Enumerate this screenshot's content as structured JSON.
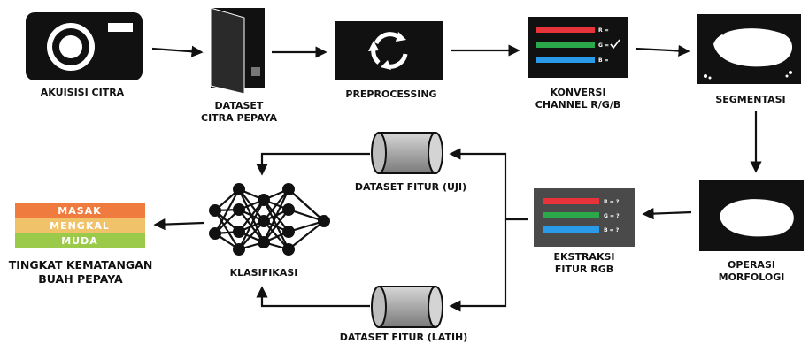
{
  "nodes": {
    "akuisisi": {
      "label": [
        "AKUISISI CITRA"
      ],
      "icon": "camera-icon"
    },
    "dataset_citra": {
      "label": [
        "DATASET",
        "CITRA PEPAYA"
      ],
      "icon": "folder-icon"
    },
    "preprocessing": {
      "label": [
        "PREPROCESSING"
      ],
      "icon": "refresh-icon"
    },
    "konversi": {
      "label": [
        "KONVERSI",
        "CHANNEL R/G/B"
      ],
      "icon": "rgb-bars-icon",
      "channels": [
        "R =",
        "G =",
        "B ="
      ]
    },
    "segmentasi": {
      "label": [
        "SEGMENTASI"
      ],
      "icon": "segmented-fruit-icon"
    },
    "morfologi": {
      "label": [
        "OPERASI",
        "MORFOLOGI"
      ],
      "icon": "binary-mask-icon"
    },
    "ekstraksi": {
      "label": [
        "EKSTRAKSI",
        "FITUR RGB"
      ],
      "icon": "rgb-feature-icon",
      "channels": [
        "R = ?",
        "G = ?",
        "B = ?"
      ]
    },
    "dataset_uji": {
      "label": [
        "DATASET FITUR (UJI)"
      ],
      "icon": "cylinder-icon"
    },
    "dataset_latih": {
      "label": [
        "DATASET FITUR (LATIH)"
      ],
      "icon": "cylinder-icon"
    },
    "klasifikasi": {
      "label": [
        "KLASIFIKASI"
      ],
      "icon": "neural-network-icon"
    },
    "kematangan": {
      "label": [
        "TINGKAT KEMATANGAN",
        "BUAH PEPAYA"
      ],
      "levels": [
        "MASAK",
        "MENGKAL",
        "MUDA"
      ]
    }
  },
  "colors": {
    "black": "#111111",
    "red": "#e8333a",
    "green": "#2aa84a",
    "blue": "#2a9be8",
    "ekstraksi_bg": "#4a4a4a",
    "masak": "#f07b3f",
    "mengkal": "#f0c36b",
    "muda": "#9bc94a",
    "cylinder": "#a8a8a8"
  }
}
